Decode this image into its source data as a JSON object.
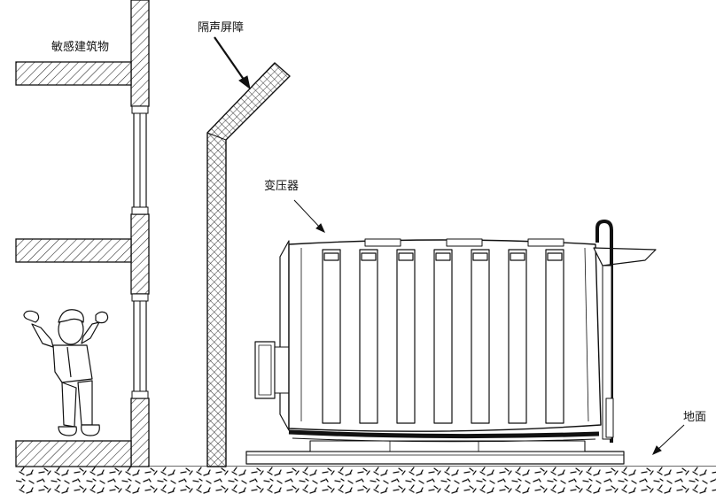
{
  "labels": {
    "building": "敏感建筑物",
    "barrier": "隔声屏障",
    "transformer": "变压器",
    "ground": "地面"
  }
}
